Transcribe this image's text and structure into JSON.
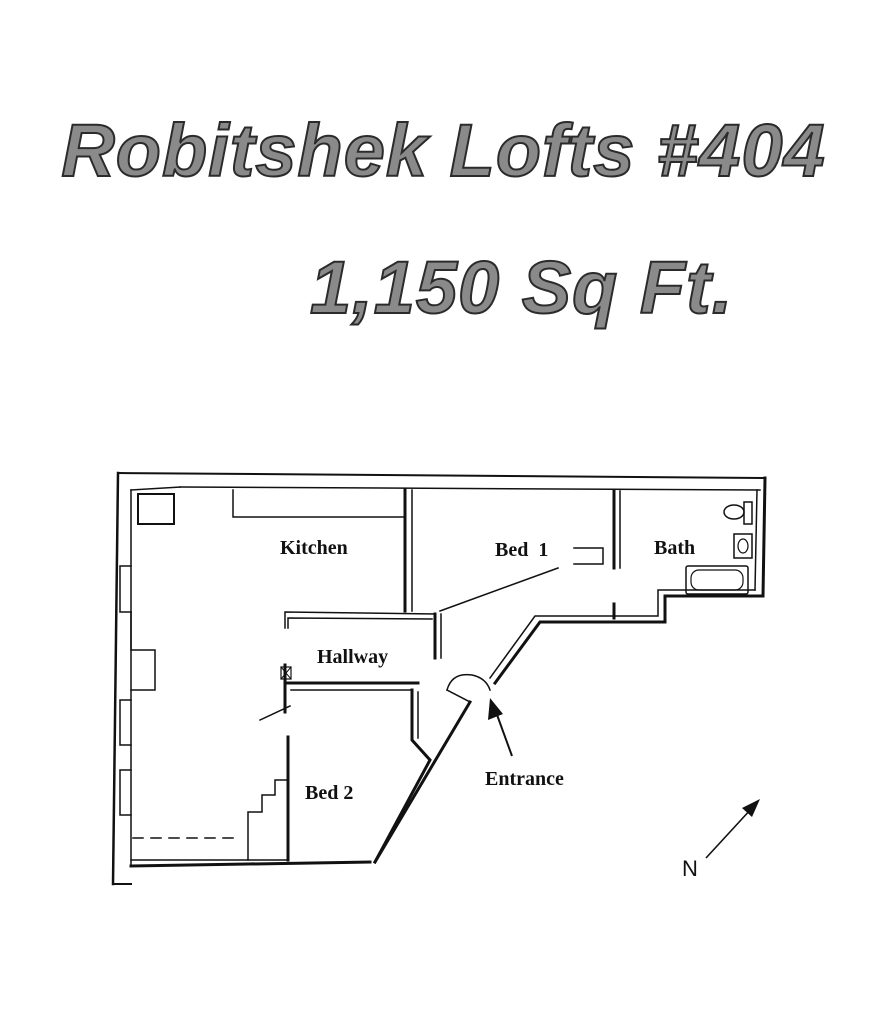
{
  "header": {
    "title": "Robitshek Lofts #404",
    "area": "1,150 Sq Ft."
  },
  "floor_plan": {
    "rooms": {
      "kitchen": "Kitchen",
      "bed1": "Bed  1",
      "bath": "Bath",
      "hallway": "Hallway",
      "bed2": "Bed 2"
    },
    "entrance_label": "Entrance",
    "compass_label": "N"
  },
  "colors": {
    "title_fill": "#8a8a8a",
    "title_stroke": "#2b2b2b",
    "line": "#111111"
  }
}
